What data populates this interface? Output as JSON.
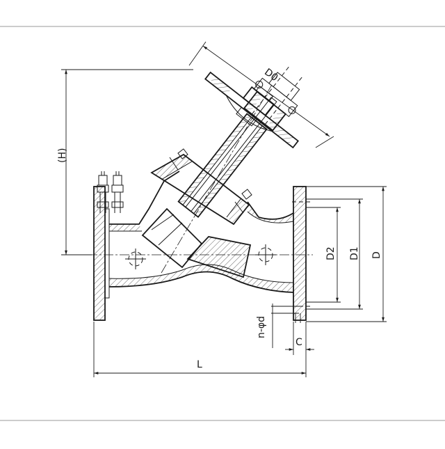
{
  "dimensions": {
    "D0": "D0",
    "H": "(H)",
    "D2": "D2",
    "D1": "D1",
    "D": "D",
    "n_phi_d": "n-φd",
    "C": "C",
    "L": "L"
  }
}
